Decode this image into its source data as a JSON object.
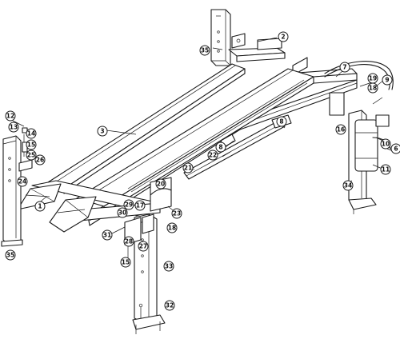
{
  "callouts": [
    {
      "id": "c1",
      "label": "1"
    },
    {
      "id": "c2",
      "label": "2"
    },
    {
      "id": "c3",
      "label": "3"
    },
    {
      "id": "c6",
      "label": "6"
    },
    {
      "id": "c7",
      "label": "7"
    },
    {
      "id": "c8",
      "label": "8"
    },
    {
      "id": "c9",
      "label": "9"
    },
    {
      "id": "c10",
      "label": "10"
    },
    {
      "id": "c11",
      "label": "11"
    },
    {
      "id": "c12",
      "label": "12"
    },
    {
      "id": "c13",
      "label": "13"
    },
    {
      "id": "c14",
      "label": "14"
    },
    {
      "id": "c15a",
      "label": "15"
    },
    {
      "id": "c15b",
      "label": "15"
    },
    {
      "id": "c16",
      "label": "16"
    },
    {
      "id": "c17",
      "label": "17"
    },
    {
      "id": "c18",
      "label": "18"
    },
    {
      "id": "c19",
      "label": "19"
    },
    {
      "id": "c20",
      "label": "20"
    },
    {
      "id": "c21",
      "label": "21"
    },
    {
      "id": "c22",
      "label": "22"
    },
    {
      "id": "c23",
      "label": "23"
    },
    {
      "id": "c24",
      "label": "24"
    },
    {
      "id": "c25",
      "label": "25"
    },
    {
      "id": "c26",
      "label": "26"
    },
    {
      "id": "c27",
      "label": "27"
    },
    {
      "id": "c28",
      "label": "28"
    },
    {
      "id": "c29",
      "label": "29"
    },
    {
      "id": "c30",
      "label": "30"
    },
    {
      "id": "c31",
      "label": "31"
    },
    {
      "id": "c32",
      "label": "32"
    },
    {
      "id": "c33",
      "label": "33"
    },
    {
      "id": "c34",
      "label": "34"
    },
    {
      "id": "c35a",
      "label": "35"
    },
    {
      "id": "c35b",
      "label": "35"
    }
  ]
}
